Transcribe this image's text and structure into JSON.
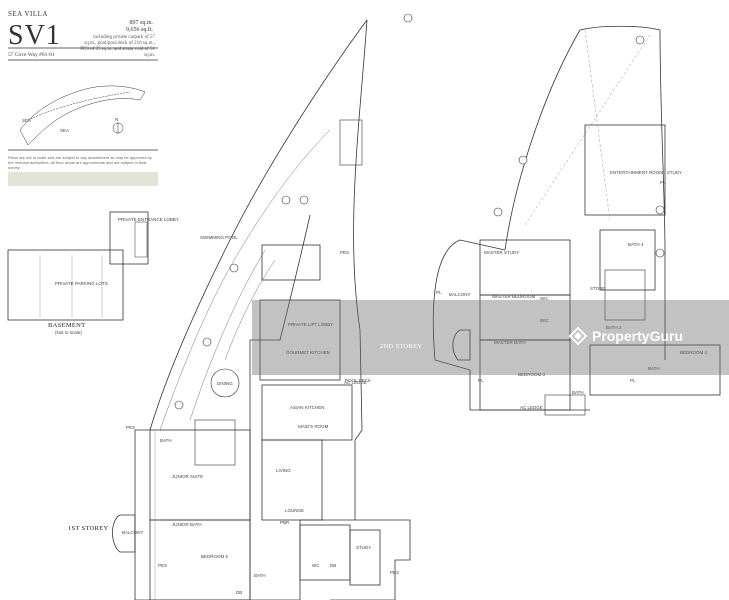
{
  "header": {
    "project": "SEA VILLA",
    "unit_type": "SV1",
    "area_sqm": "897 sq.m.",
    "area_sqft": "9,656 sq.ft.",
    "inclusions": "including private carpark of 57 sq.m., pool/pool deck of 216 sq.m., PES of 25 sq.m. and strata void of 51 sq.m.",
    "address": "57 Cove Way #01-01",
    "disclaimer": "Plans are not to scale and are subject to any amendment as may be approved by the relevant authorities. All floor areas are approximate and are subject to final survey."
  },
  "keyplan": {
    "labels": [
      "SEA",
      "SEA"
    ],
    "north": "N"
  },
  "basement": {
    "title": "BASEMENT",
    "note": "(Not to scale)",
    "rooms": [
      "PRIVATE ENTRANCE LOBBY",
      "PRIVATE PARKING LOTS"
    ]
  },
  "storey1": {
    "title": "1ST STOREY",
    "rooms": [
      "SWIMMING POOL",
      "PES",
      "PES",
      "PES",
      "PRIVATE LIFT LOBBY",
      "GOURMET KITCHEN",
      "DINING",
      "ASIAN KITCHEN",
      "MAID'S ROOM",
      "POOL DECK",
      "LIVING",
      "LOUNGE",
      "JUNIOR SUITE",
      "JUNIOR BATH",
      "BATH",
      "BEDROOM 5",
      "BATH",
      "STUDY",
      "WC",
      "DB",
      "DB",
      "PBR",
      "PES",
      "AC LEDGE",
      "BALCONY"
    ]
  },
  "storey2": {
    "title": "2ND STOREY",
    "rooms": [
      "ENTERTAINMENT ROOM / STUDY",
      "PL",
      "BATH 4",
      "STORE",
      "MASTER STUDY",
      "MASTER BEDROOM",
      "MASTER BATH",
      "BALCONY",
      "PL",
      "BEDROOM 3",
      "BATH",
      "BEDROOM 4",
      "PL",
      "PL",
      "BATH",
      "WIC",
      "WIC",
      "AC LEDGE",
      "BATH 2"
    ]
  },
  "watermark": {
    "brand": "PropertyGuru"
  },
  "colors": {
    "line": "#333333",
    "hatch": "#999999",
    "band": "#e3e4d6",
    "watermark_band": "#6e6e6e"
  }
}
